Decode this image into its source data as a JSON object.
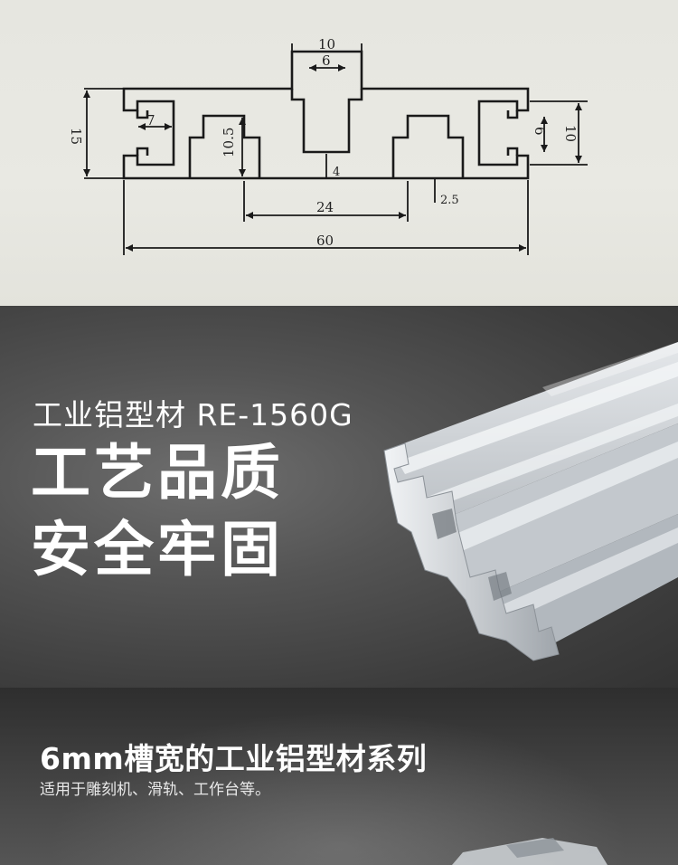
{
  "drawing": {
    "dimensions": {
      "d10_top": "10",
      "d6_top": "6",
      "d15": "15",
      "d7": "7",
      "d10_5": "10.5",
      "d4": "4",
      "d24": "24",
      "d2_5": "2.5",
      "d6_right": "6",
      "d10_right": "10",
      "d60": "60"
    }
  },
  "hero": {
    "subtitle": "工业铝型材 RE-1560G",
    "headline_line1": "工艺品质",
    "headline_line2": "安全牢固"
  },
  "series": {
    "title": "6mm槽宽的工业铝型材系列",
    "description": "适用于雕刻机、滑轨、工作台等。"
  },
  "colors": {
    "drawing_bg": "#e6e6e0",
    "hero_bg": "#545454",
    "text_white": "#ffffff",
    "aluminum": "#c8ccd0"
  }
}
